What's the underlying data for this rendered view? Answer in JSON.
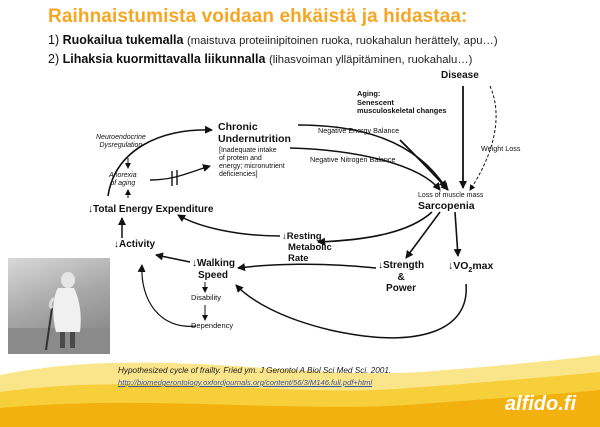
{
  "slide": {
    "title": "Raihnaistumista voidaan ehkäistä ja hidastaa:",
    "bullets": [
      {
        "num": "1)",
        "bold": "Ruokailua tukemalla",
        "rest": "(maistuva proteiinipitoinen ruoka, ruokahalun herättely, apu…)"
      },
      {
        "num": "2)",
        "bold": "Lihaksia kuormittavalla liikunnalla",
        "rest": "(lihasvoiman ylläpitäminen, ruokahalu…)"
      }
    ],
    "caption": "Hypothesized cycle of frailty. Fried ym. J Gerontol A Biol Sci Med Sci. 2001.",
    "link": "http://biomedgerontology.oxfordjournals.org/content/56/3/M146.full.pdf+html",
    "brand": "alfido.fi"
  },
  "diagram": {
    "disease": "Disease",
    "aging_line1": "Aging:",
    "aging_line2": "Senescent",
    "aging_line3": "musculoskeletal changes",
    "chronic_line1": "Chronic",
    "chronic_line2": "Undernutrition",
    "chronic_note1": "[Inadequate intake",
    "chronic_note2": "of protein and",
    "chronic_note3": "energy; micronutrient",
    "chronic_note4": "deficiencies]",
    "neuro_line1": "Neuroendocrine",
    "neuro_line2": "Dysregulation",
    "anorexia_line1": "Anorexia",
    "anorexia_line2": "of aging",
    "neg_energy": "Negative Energy Balance",
    "neg_nitrogen": "Negative Nitrogen Balance",
    "weight_loss": "Weight Loss",
    "loss_muscle": "Loss of muscle mass",
    "sarcopenia": "Sarcopenia",
    "tee": "Total Energy Expenditure",
    "activity": "Activity",
    "rmr_line1": "Resting",
    "rmr_line2": "Metabolic",
    "rmr_line3": "Rate",
    "walking_line1": "Walking",
    "walking_line2": "Speed",
    "strength_line1": "Strength",
    "strength_line2": "&",
    "strength_line3": "Power",
    "vo2_pre": "VO",
    "vo2_sub": "2",
    "vo2_post": "max",
    "disability": "Disability",
    "dependency": "Dependency",
    "down_arrow_glyph": "↓",
    "colors": {
      "title": "#f5a623",
      "wave_light": "#fbe58a",
      "wave_mid": "#f7cf3a",
      "wave_dark": "#f2b10e",
      "link": "#3a57a7"
    }
  }
}
